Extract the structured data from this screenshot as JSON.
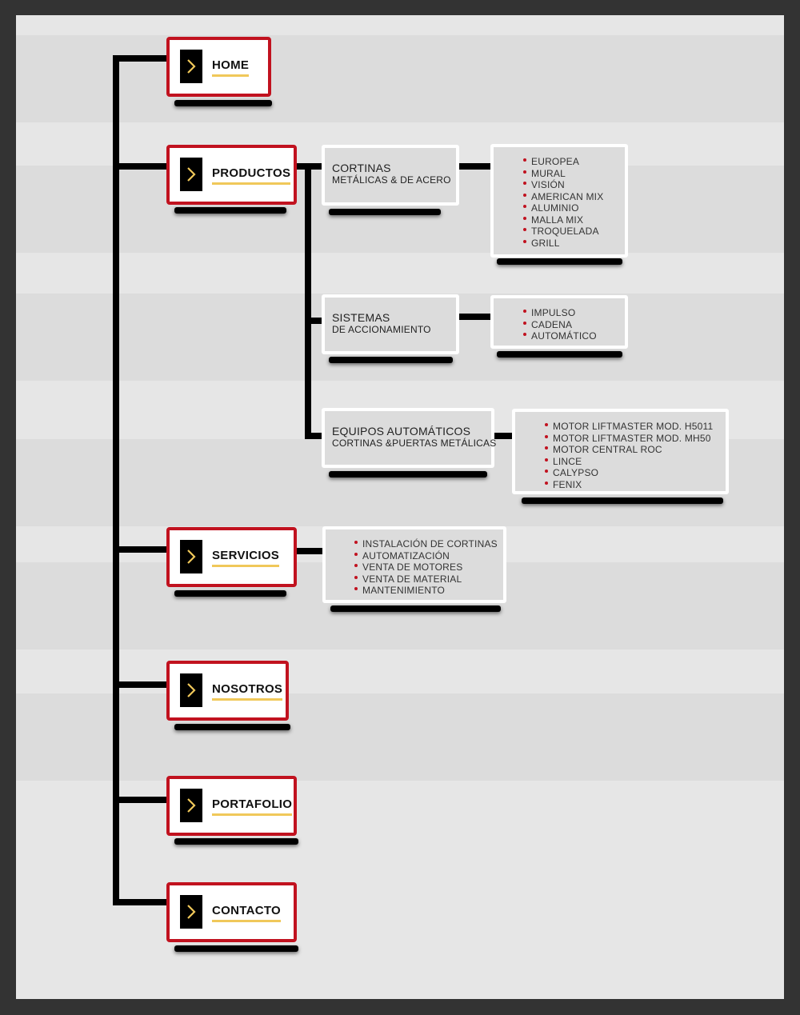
{
  "nav": {
    "home": "HOME",
    "productos": "PRODUCTOS",
    "servicios": "SERVICIOS",
    "nosotros": "NOSOTROS",
    "portafolio": "PORTAFOLIO",
    "contacto": "CONTACTO"
  },
  "productos": {
    "cortinas": {
      "title": "CORTINAS",
      "subtitle": "METÁLICAS & DE ACERO",
      "items": [
        "EUROPEA",
        "MURAL",
        "VISIÓN",
        "AMERICAN MIX",
        "ALUMINIO",
        "MALLA MIX",
        "TROQUELADA",
        "GRILL"
      ]
    },
    "sistemas": {
      "title": "SISTEMAS",
      "subtitle": "DE ACCIONAMIENTO",
      "items": [
        "IMPULSO",
        "CADENA",
        "AUTOMÁTICO"
      ]
    },
    "equipos": {
      "title": "EQUIPOS AUTOMÁTICOS",
      "subtitle": "CORTINAS &PUERTAS METÁLICAS",
      "items": [
        "MOTOR LIFTMASTER MOD. H5011",
        "MOTOR LIFTMASTER MOD. MH50",
        "MOTOR CENTRAL ROC",
        "LINCE",
        "CALYPSO",
        "FENIX"
      ]
    }
  },
  "servicios": {
    "items": [
      "INSTALACIÓN DE CORTINAS",
      "AUTOMATIZACIÓN",
      "VENTA DE MOTORES",
      "VENTA DE MATERIAL",
      "MANTENIMIENTO"
    ]
  },
  "colors": {
    "accent_red": "#c1121f",
    "underline_gold": "#f0c85a",
    "frame": "#333333"
  },
  "icons": {
    "nav": "chevron-right-icon",
    "bullet": "dot-icon"
  }
}
